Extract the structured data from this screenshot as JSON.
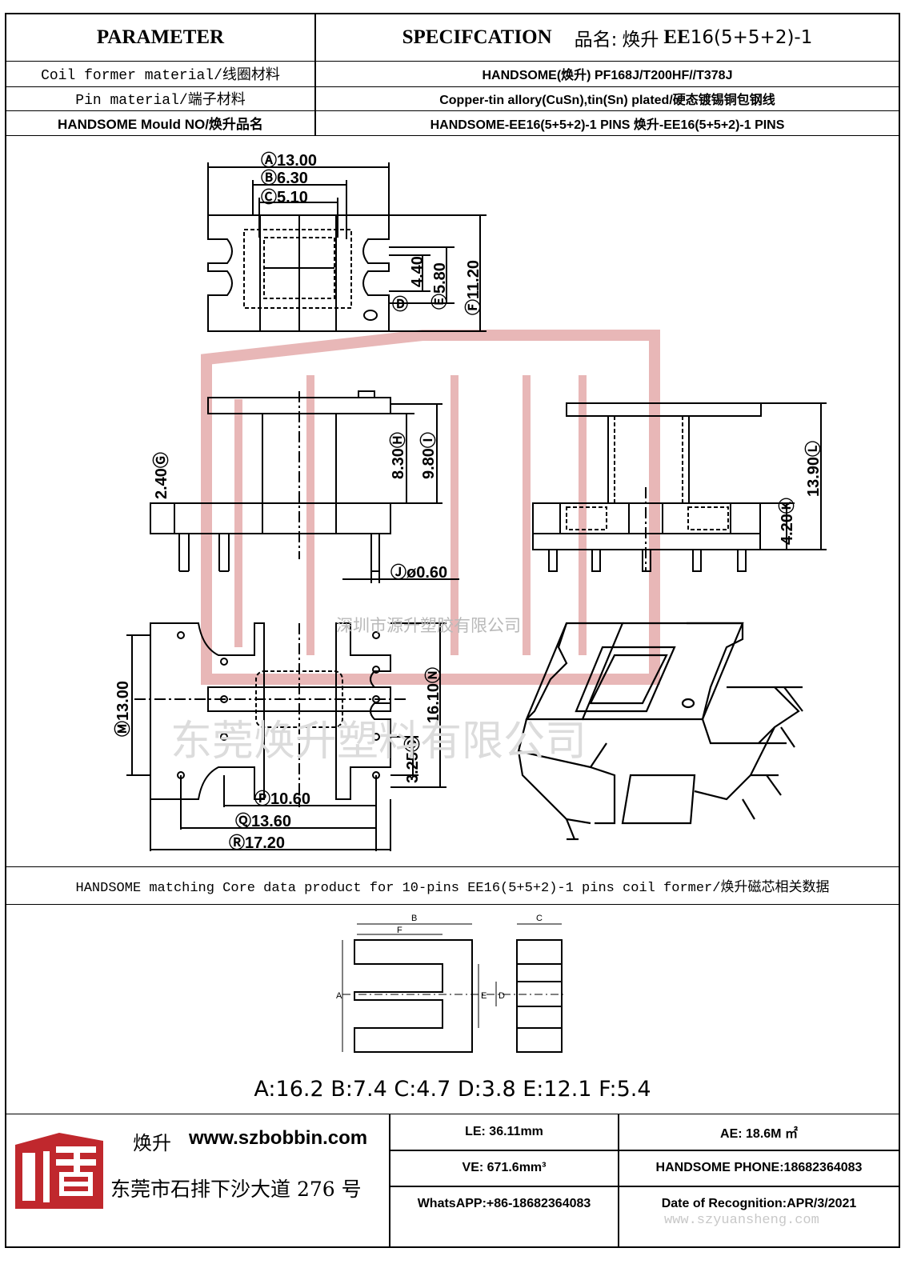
{
  "header": {
    "parameter": "PARAMETER",
    "specification": "SPECIFCATION",
    "name_label": "品名:",
    "name_cn": "焕升",
    "name_model_a": "EE",
    "name_model_b": "16(5+5+2)-1"
  },
  "params": [
    {
      "label": "Coil former material/线圈材料",
      "value": "HANDSOME(焕升)   PF168J/T200HF//T378J"
    },
    {
      "label": "Pin material/端子材料",
      "value": "Copper-tin allory(CuSn),tin(Sn) plated/硬态镀锡铜包钢线"
    },
    {
      "label": "HANDSOME Mould NO/焕升品名",
      "value": "HANDSOME-EE16(5+5+2)-1 PINS    焕升-EE16(5+5+2)-1 PINS"
    }
  ],
  "drawing": {
    "dims": {
      "A": "13.00",
      "B": "6.30",
      "C": "5.10",
      "D": "4.40",
      "E": "5.80",
      "F": "11.20",
      "G": "2.40",
      "H": "8.30",
      "I": "9.80",
      "J": "ø0.60",
      "K": "4.20",
      "L": "13.90",
      "M": "13.00",
      "N": "16.10",
      "O": "3.25",
      "P": "10.60",
      "Q": "13.60",
      "R": "17.20"
    },
    "watermark_company": "深圳市源升塑胶有限公司",
    "watermark_big": "东莞焕升塑料有限公司"
  },
  "core_section": {
    "title": "HANDSOME matching Core data  product for 10-pins EE16(5+5+2)-1 pins coil former/焕升磁芯相关数据",
    "labels": {
      "A": "A",
      "B": "B",
      "C": "C",
      "D": "D",
      "E": "E",
      "F": "F"
    },
    "dimensions": "A:16.2 B:7.4 C:4.7 D:3.8 E:12.1 F:5.4"
  },
  "footer": {
    "brand_cn": "焕升",
    "website": "www.szbobbin.com",
    "address": "东莞市石排下沙大道 276 号",
    "le": "LE:    36.11mm",
    "ae": "AE: 18.6M ㎡",
    "ve": "VE:    671.6mm³",
    "phone": "HANDSOME PHONE:18682364083",
    "whatsapp": "WhatsAPP:+86-18682364083",
    "date": "Date of Recognition:APR/3/2021",
    "site_watermark": "www.szyuansheng.com"
  },
  "colors": {
    "line": "#000000",
    "watermark": "#e8b7b7",
    "logo": "#c0282d"
  }
}
